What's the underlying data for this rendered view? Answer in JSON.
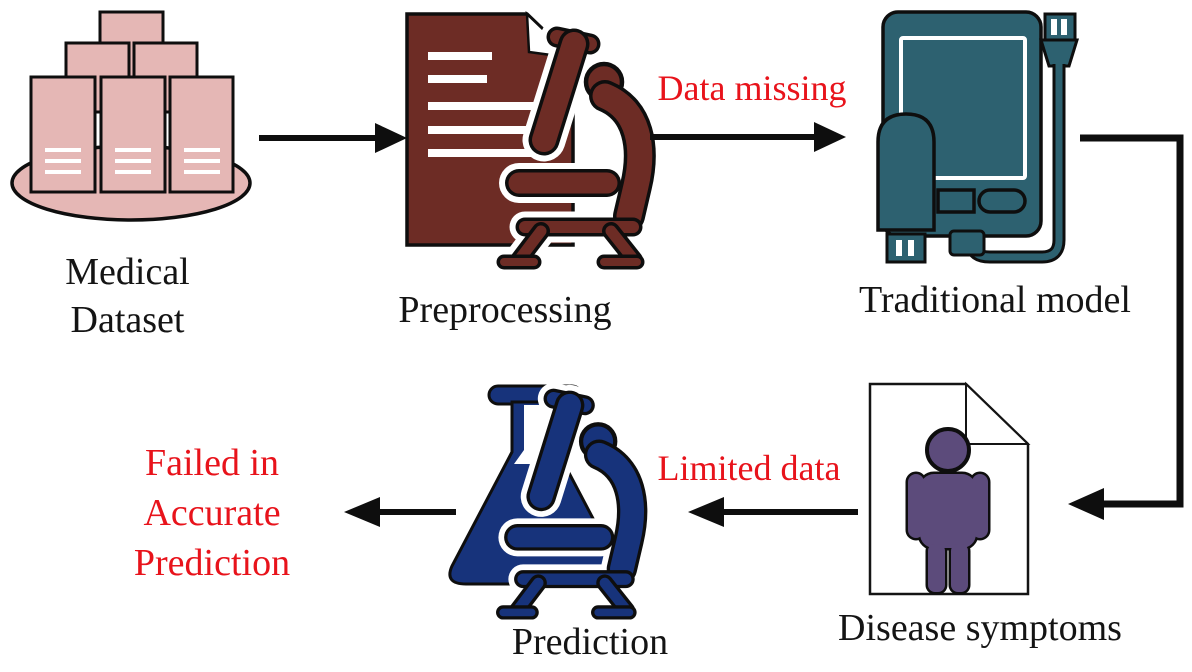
{
  "page": {
    "background": "#ffffff"
  },
  "diagram": {
    "nodes": {
      "medical_dataset": {
        "label_line1": "Medical",
        "label_line2": "Dataset",
        "icon": "database-servers-icon",
        "color": "#e5b7b5"
      },
      "preprocessing": {
        "label": "Preprocessing",
        "icon": "document-scientist-microscope-icon",
        "color": "#6d2c25"
      },
      "traditional_model": {
        "label": "Traditional model",
        "icon": "handheld-device-usb-icon",
        "color": "#2d6170"
      },
      "disease_symptoms": {
        "label": "Disease symptoms",
        "icon": "patient-record-page-icon",
        "color": "#5c4b7b"
      },
      "prediction": {
        "label": "Prediction",
        "icon": "flask-scientist-microscope-icon",
        "color": "#17337b"
      }
    },
    "annotations": {
      "data_missing": {
        "text": "Data missing",
        "color": "#e8131b"
      },
      "limited_data": {
        "text": "Limited data",
        "color": "#e8131b"
      },
      "failed_prediction": {
        "line1": "Failed in",
        "line2": "Accurate",
        "line3": "Prediction",
        "color": "#e8131b"
      }
    },
    "arrows": [
      {
        "from": "medical_dataset",
        "to": "preprocessing"
      },
      {
        "from": "preprocessing",
        "to": "traditional_model",
        "label": "Data missing"
      },
      {
        "from": "traditional_model",
        "to": "disease_symptoms"
      },
      {
        "from": "disease_symptoms",
        "to": "prediction",
        "label": "Limited data"
      },
      {
        "from": "prediction",
        "to": "failed_prediction"
      }
    ],
    "arrow_color": "#0e0e0e"
  }
}
